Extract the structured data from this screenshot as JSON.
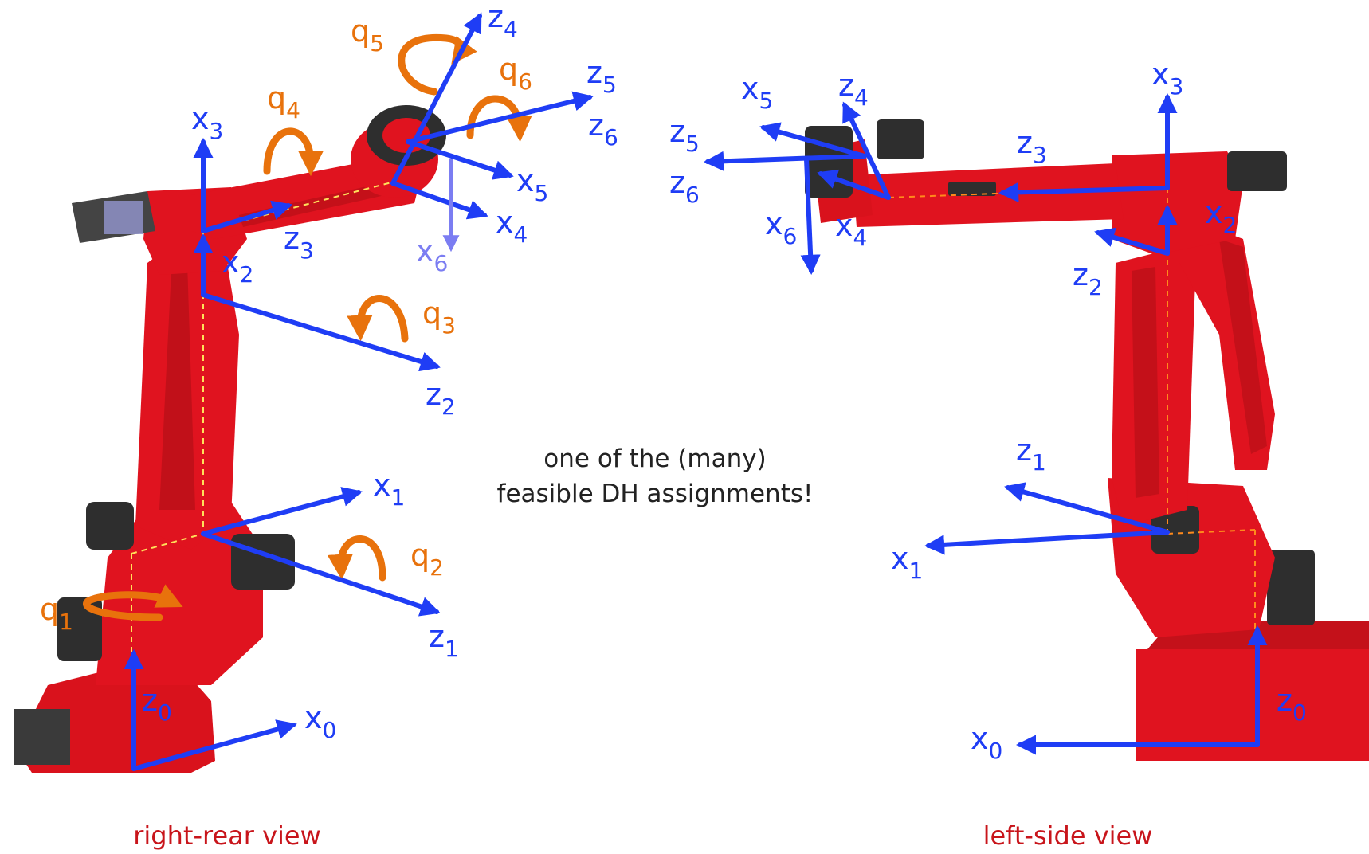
{
  "colors": {
    "axis": "#1f3df5",
    "axis_faded": "#7b7df2",
    "joint": "#e8720c",
    "robot": "#e0131f",
    "robot_dark": "#a80e14",
    "caption": "#c8151b",
    "guide_left": "#ffe15a",
    "guide_right": "#ff8a1c"
  },
  "left_view": {
    "caption": "right-rear view",
    "axes": [
      {
        "letter": "z",
        "index": "0"
      },
      {
        "letter": "x",
        "index": "0"
      },
      {
        "letter": "x",
        "index": "1"
      },
      {
        "letter": "z",
        "index": "1"
      },
      {
        "letter": "x",
        "index": "2"
      },
      {
        "letter": "z",
        "index": "2"
      },
      {
        "letter": "x",
        "index": "3"
      },
      {
        "letter": "z",
        "index": "3"
      },
      {
        "letter": "z",
        "index": "4"
      },
      {
        "letter": "x",
        "index": "4"
      },
      {
        "letter": "z",
        "index": "5"
      },
      {
        "letter": "x",
        "index": "5"
      },
      {
        "letter": "z",
        "index": "6"
      },
      {
        "letter": "x",
        "index": "6"
      }
    ],
    "joints": [
      {
        "letter": "q",
        "index": "1"
      },
      {
        "letter": "q",
        "index": "2"
      },
      {
        "letter": "q",
        "index": "3"
      },
      {
        "letter": "q",
        "index": "4"
      },
      {
        "letter": "q",
        "index": "5"
      },
      {
        "letter": "q",
        "index": "6"
      }
    ]
  },
  "right_view": {
    "caption": "left-side view",
    "axes": [
      {
        "letter": "z",
        "index": "0"
      },
      {
        "letter": "x",
        "index": "0"
      },
      {
        "letter": "z",
        "index": "1"
      },
      {
        "letter": "x",
        "index": "1"
      },
      {
        "letter": "z",
        "index": "2"
      },
      {
        "letter": "x",
        "index": "2"
      },
      {
        "letter": "x",
        "index": "3"
      },
      {
        "letter": "z",
        "index": "3"
      },
      {
        "letter": "z",
        "index": "4"
      },
      {
        "letter": "x",
        "index": "4"
      },
      {
        "letter": "x",
        "index": "5"
      },
      {
        "letter": "z",
        "index": "5"
      },
      {
        "letter": "z",
        "index": "6"
      },
      {
        "letter": "x",
        "index": "6"
      }
    ]
  },
  "note": {
    "line1": "one of the (many)",
    "line2": "feasible DH assignments!"
  }
}
